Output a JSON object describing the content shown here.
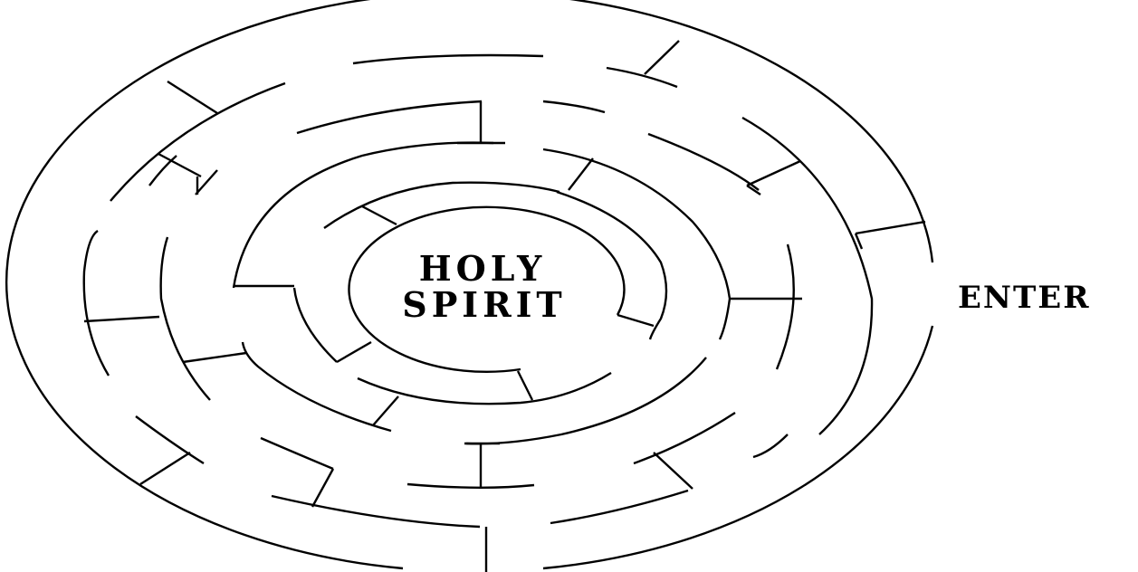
{
  "maze": {
    "center_line_1": "HOLY",
    "center_line_2": "SPIRIT",
    "entrance_label": "ENTER",
    "wall_color": "#000000",
    "background_color": "#ffffff"
  }
}
